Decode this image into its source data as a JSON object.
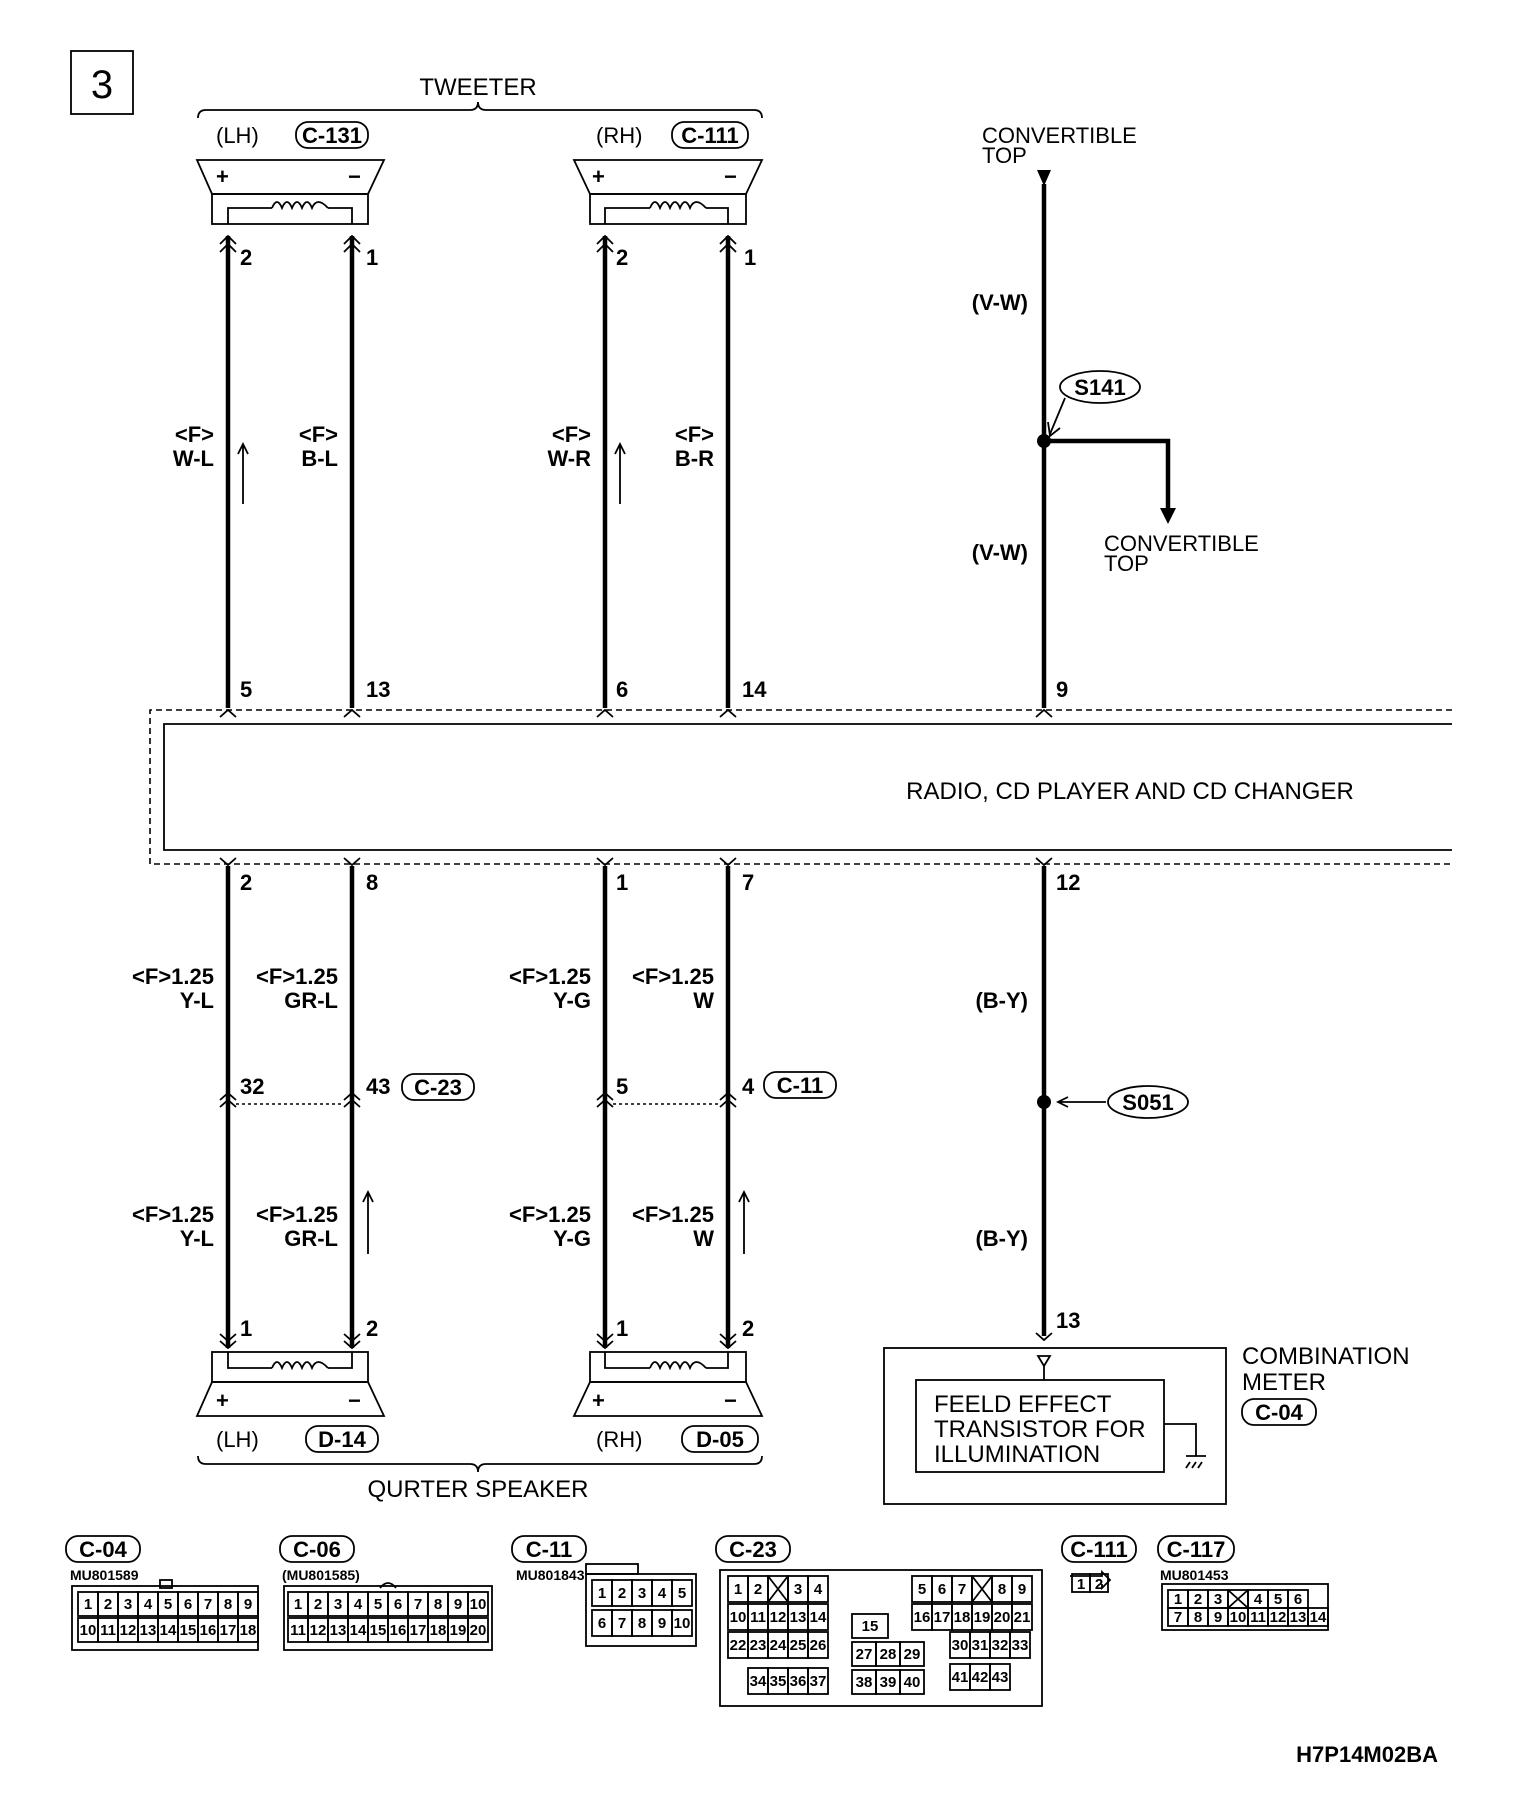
{
  "page_number": "3",
  "tweeter": {
    "title": "TWEETER",
    "lh": {
      "side": "(LH)",
      "connector": "C-131"
    },
    "rh": {
      "side": "(RH)",
      "connector": "C-111"
    }
  },
  "speaker_pins_top": {
    "lh_plus": "2",
    "lh_minus": "1",
    "rh_plus": "2",
    "rh_minus": "1"
  },
  "tweeter_wires": [
    {
      "code": "<F>",
      "color": "W-L"
    },
    {
      "code": "<F>",
      "color": "B-L"
    },
    {
      "code": "<F>",
      "color": "W-R"
    },
    {
      "code": "<F>",
      "color": "B-R"
    }
  ],
  "convertible": {
    "top_label": [
      "CONVERTIBLE",
      "TOP"
    ],
    "branch_label": [
      "CONVERTIBLE",
      "TOP"
    ],
    "wire_upper": "(V-W)",
    "wire_lower": "(V-W)",
    "splice": "S141"
  },
  "radio": {
    "title": "RADIO, CD PLAYER AND CD CHANGER",
    "top_pins": [
      "5",
      "13",
      "6",
      "14",
      "9"
    ],
    "bottom_pins": [
      "2",
      "8",
      "1",
      "7",
      "12"
    ]
  },
  "quarter_wires_upper": [
    {
      "size": "<F>1.25",
      "color": "Y-L"
    },
    {
      "size": "<F>1.25",
      "color": "GR-L"
    },
    {
      "size": "<F>1.25",
      "color": "Y-G"
    },
    {
      "size": "<F>1.25",
      "color": "W"
    }
  ],
  "quarter_wires_lower": [
    {
      "size": "<F>1.25",
      "color": "Y-L"
    },
    {
      "size": "<F>1.25",
      "color": "GR-L"
    },
    {
      "size": "<F>1.25",
      "color": "Y-G"
    },
    {
      "size": "<F>1.25",
      "color": "W"
    }
  ],
  "inline_connectors": {
    "left_pins": [
      "32",
      "43"
    ],
    "left_name": "C-23",
    "right_pins": [
      "5",
      "4"
    ],
    "right_name": "C-11"
  },
  "illum": {
    "wire_upper": "(B-Y)",
    "wire_lower": "(B-Y)",
    "splice": "S051",
    "meter_pin": "13"
  },
  "quarter_speaker": {
    "title": "QURTER SPEAKER",
    "lh": {
      "side": "(LH)",
      "connector": "D-14"
    },
    "rh": {
      "side": "(RH)",
      "connector": "D-05"
    }
  },
  "speaker_pins_bottom": {
    "lh_plus": "1",
    "lh_minus": "2",
    "rh_plus": "1",
    "rh_minus": "2"
  },
  "combination_meter": {
    "label": [
      "COMBINATION",
      "METER"
    ],
    "connector": "C-04",
    "inner": [
      "FEELD EFFECT",
      "TRANSISTOR FOR",
      "ILLUMINATION"
    ]
  },
  "connector_views": {
    "c04": {
      "name": "C-04",
      "part": "MU801589",
      "row1": [
        "1",
        "2",
        "3",
        "4",
        "5",
        "6",
        "7",
        "8",
        "9"
      ],
      "row2": [
        "10",
        "11",
        "12",
        "13",
        "14",
        "15",
        "16",
        "17",
        "18"
      ]
    },
    "c06": {
      "name": "C-06",
      "part": "(MU801585)",
      "row1": [
        "1",
        "2",
        "3",
        "4",
        "5",
        "6",
        "7",
        "8",
        "9",
        "10"
      ],
      "row2": [
        "11",
        "12",
        "13",
        "14",
        "15",
        "16",
        "17",
        "18",
        "19",
        "20"
      ]
    },
    "c11": {
      "name": "C-11",
      "part": "MU801843",
      "row1": [
        "1",
        "2",
        "3",
        "4",
        "5"
      ],
      "row2": [
        "6",
        "7",
        "8",
        "9",
        "10"
      ]
    },
    "c23": {
      "name": "C-23",
      "r1a": [
        "1",
        "2",
        "",
        "3",
        "4"
      ],
      "r1b": [
        "5",
        "6",
        "7",
        "",
        "8",
        "9"
      ],
      "r2a": [
        "10",
        "11",
        "12",
        "13",
        "14"
      ],
      "r2m": "15",
      "r2b": [
        "16",
        "17",
        "18",
        "19",
        "20",
        "21"
      ],
      "r3a": [
        "22",
        "23",
        "24",
        "25",
        "26"
      ],
      "r3m": [
        "27",
        "28",
        "29"
      ],
      "r3b": [
        "30",
        "31",
        "32",
        "33"
      ],
      "r4a": [
        "34",
        "35",
        "36",
        "37"
      ],
      "r4m": [
        "38",
        "39",
        "40"
      ],
      "r4b": [
        "41",
        "42",
        "43"
      ]
    },
    "c111": {
      "name": "C-111",
      "pins": [
        "1",
        "2"
      ]
    },
    "c117": {
      "name": "C-117",
      "part": "MU801453",
      "row1": [
        "1",
        "2",
        "3",
        "",
        "4",
        "5",
        "6"
      ],
      "row2": [
        "7",
        "8",
        "9",
        "10",
        "11",
        "12",
        "13",
        "14"
      ]
    }
  },
  "doc_code": "H7P14M02BA"
}
